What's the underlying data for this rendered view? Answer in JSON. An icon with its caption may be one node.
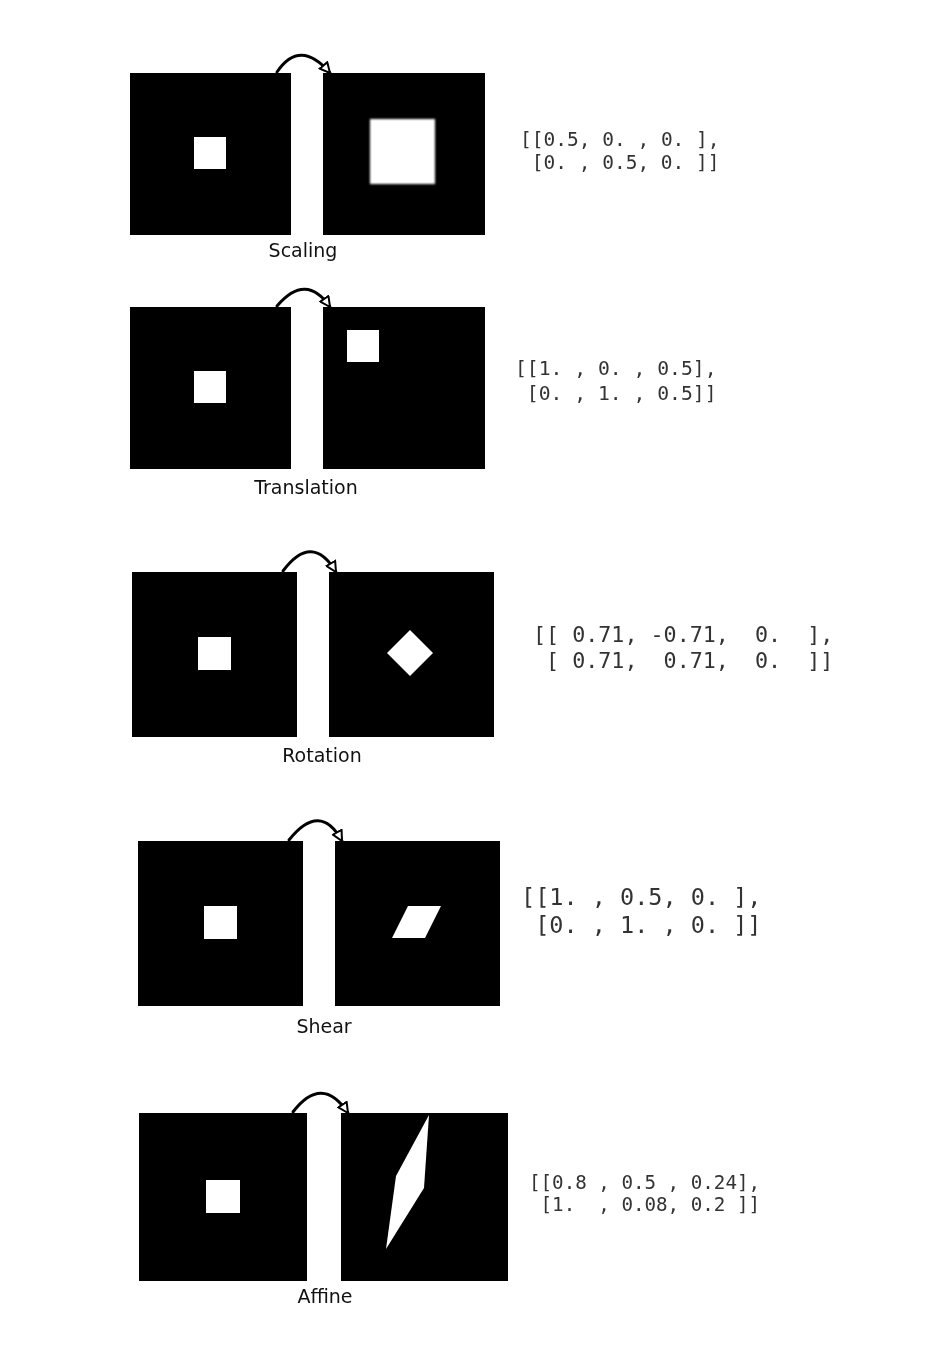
{
  "diagram": {
    "nodes": [
      {
        "text": [],
        "shape": "picture"
      },
      {
        "text": [],
        "shape": "picture",
        "beside": [
          "[[0.5, 0. , 0. ],",
          "[0. , 0.5, 0. ]]"
        ]
      },
      {
        "text": [],
        "shape": "picture"
      },
      {
        "text": [],
        "shape": "picture",
        "beside": [
          "[[1. , 0. , 0.5],",
          "[0. , 1. , 0.5]]"
        ]
      },
      {
        "text": [],
        "shape": "picture"
      },
      {
        "text": [],
        "shape": "picture",
        "beside": [
          "[[ 0.71, -0.71,  0.  ],",
          "[ 0.71,  0.71,  0.  ]]"
        ]
      },
      {
        "text": [],
        "shape": "picture"
      },
      {
        "text": [],
        "shape": "picture",
        "beside": [
          "[[1. , 0.5, 0. ],",
          "[0. , 1. , 0. ]]"
        ]
      },
      {
        "text": [],
        "shape": "picture"
      },
      {
        "text": [],
        "shape": "picture",
        "beside": [
          "[[0.8 , 0.5 , 0.24],",
          "[1.  , 0.08, 0.2 ]]"
        ]
      }
    ],
    "edges": [
      {
        "from": 0,
        "to": 1,
        "arrow": "to"
      },
      {
        "from": 2,
        "to": 3,
        "arrow": "to"
      },
      {
        "from": 4,
        "to": 5,
        "arrow": "to"
      },
      {
        "from": 6,
        "to": 7,
        "arrow": "to"
      },
      {
        "from": 8,
        "to": 9,
        "arrow": "to"
      }
    ],
    "labels": [
      "Scaling",
      "Translation",
      "Rotation",
      "Shear",
      "Affine"
    ]
  }
}
